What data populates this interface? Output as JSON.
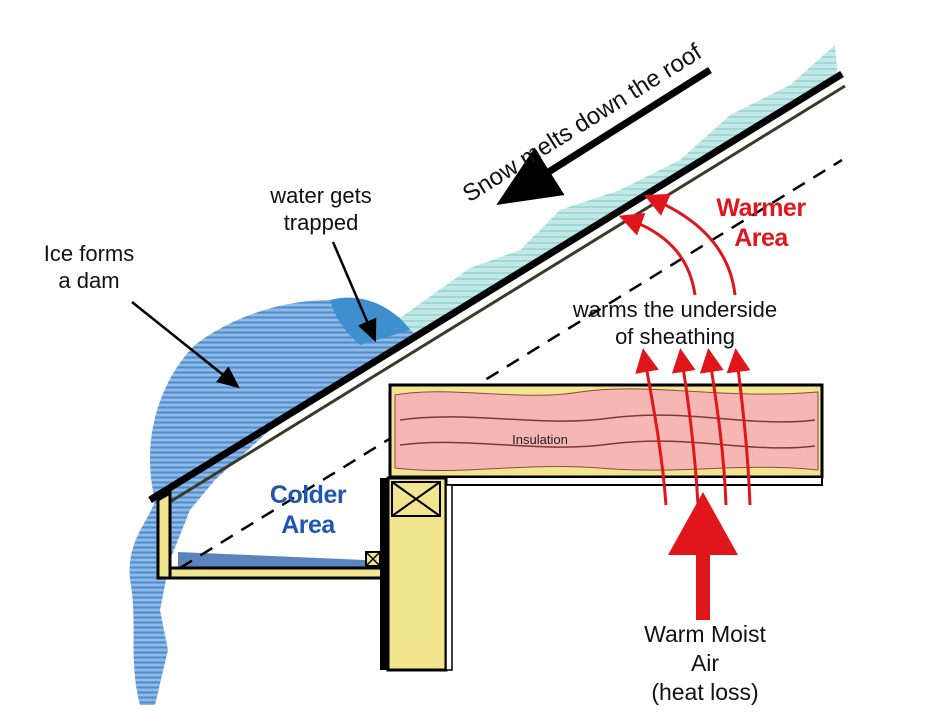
{
  "labels": {
    "snow_melts": "Snow melts down the roof",
    "water_trapped_1": "water gets",
    "water_trapped_2": "trapped",
    "ice_dam_1": "Ice forms",
    "ice_dam_2": "a dam",
    "warmer_1": "Warmer",
    "warmer_2": "Area",
    "warms_1": "warms the underside",
    "warms_2": "of sheathing",
    "insulation": "Insulation",
    "colder_1": "Colder",
    "colder_2": "Area",
    "warm_air_1": "Warm Moist",
    "warm_air_2": "Air",
    "warm_air_3": "(heat loss)"
  },
  "colors": {
    "warm": "#e0161b",
    "cold_text": "#1f56b0",
    "ice": "#5b9bd8",
    "snow": "#a9dede",
    "insulation": "#f6b6b3",
    "wood": "#f1e58f"
  }
}
